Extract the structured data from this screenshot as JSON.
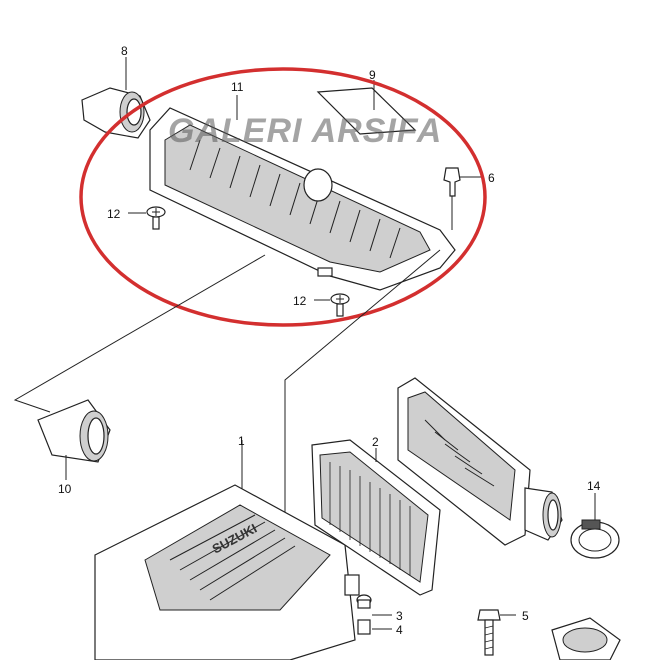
{
  "watermark": "GALERI ARSIFA",
  "highlight_color": "#d32f2f",
  "brand_on_part": "SUZUKI",
  "callouts": {
    "c1": "1",
    "c2": "2",
    "c3": "3",
    "c4": "4",
    "c5": "5",
    "c6": "6",
    "c8": "8",
    "c9": "9",
    "c10": "10",
    "c11": "11",
    "c12a": "12",
    "c12b": "12",
    "c14": "14"
  }
}
